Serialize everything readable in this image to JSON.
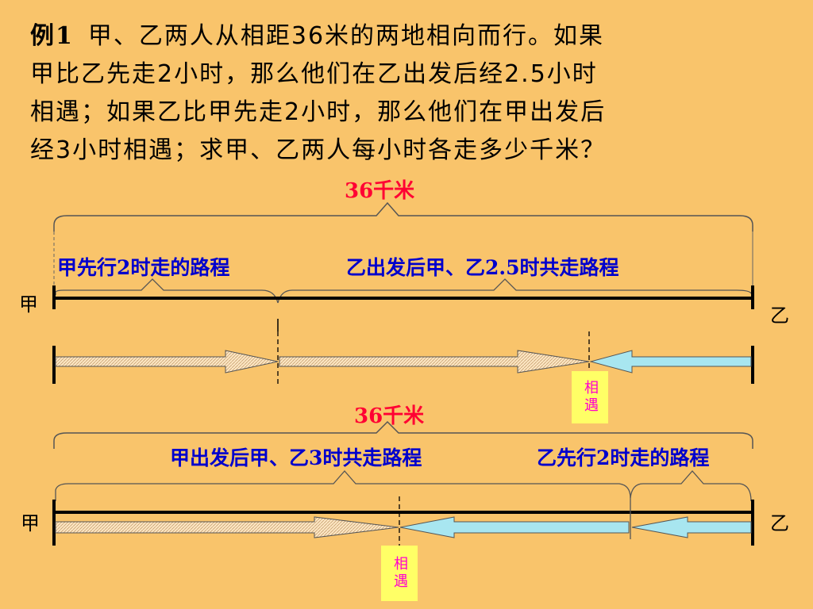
{
  "problem": {
    "label": "例1",
    "lines": [
      "甲、乙两人从相距36米的两地相向而行。如果",
      "甲比乙先走2小时，那么他们在乙出发后经2.5小时",
      "相遇；如果乙比甲先走2小时，那么他们在甲出发后",
      "经3小时相遇；求甲、乙两人每小时各走多少千米？"
    ]
  },
  "diagram1": {
    "total_label": "36千米",
    "seg1_label": "甲先行2时走的路程",
    "seg2_label": "乙出发后甲、乙2.5时共走路程",
    "left_end": "甲",
    "right_end": "乙",
    "meet_label": "相遇"
  },
  "diagram2": {
    "total_label": "36千米",
    "seg1_label": "甲出发后甲、乙3时共走路程",
    "seg2_label": "乙先行2时走的路程",
    "left_end": "甲",
    "right_end": "乙",
    "meet_label": "相遇"
  },
  "colors": {
    "background": "#f9c46b",
    "red_label": "#ff0033",
    "blue_label": "#0000cc",
    "arrow_left": "#fde7c4",
    "arrow_right": "#a8e6f0",
    "meet_bg": "#ffff66",
    "meet_text": "#ff00cc"
  }
}
